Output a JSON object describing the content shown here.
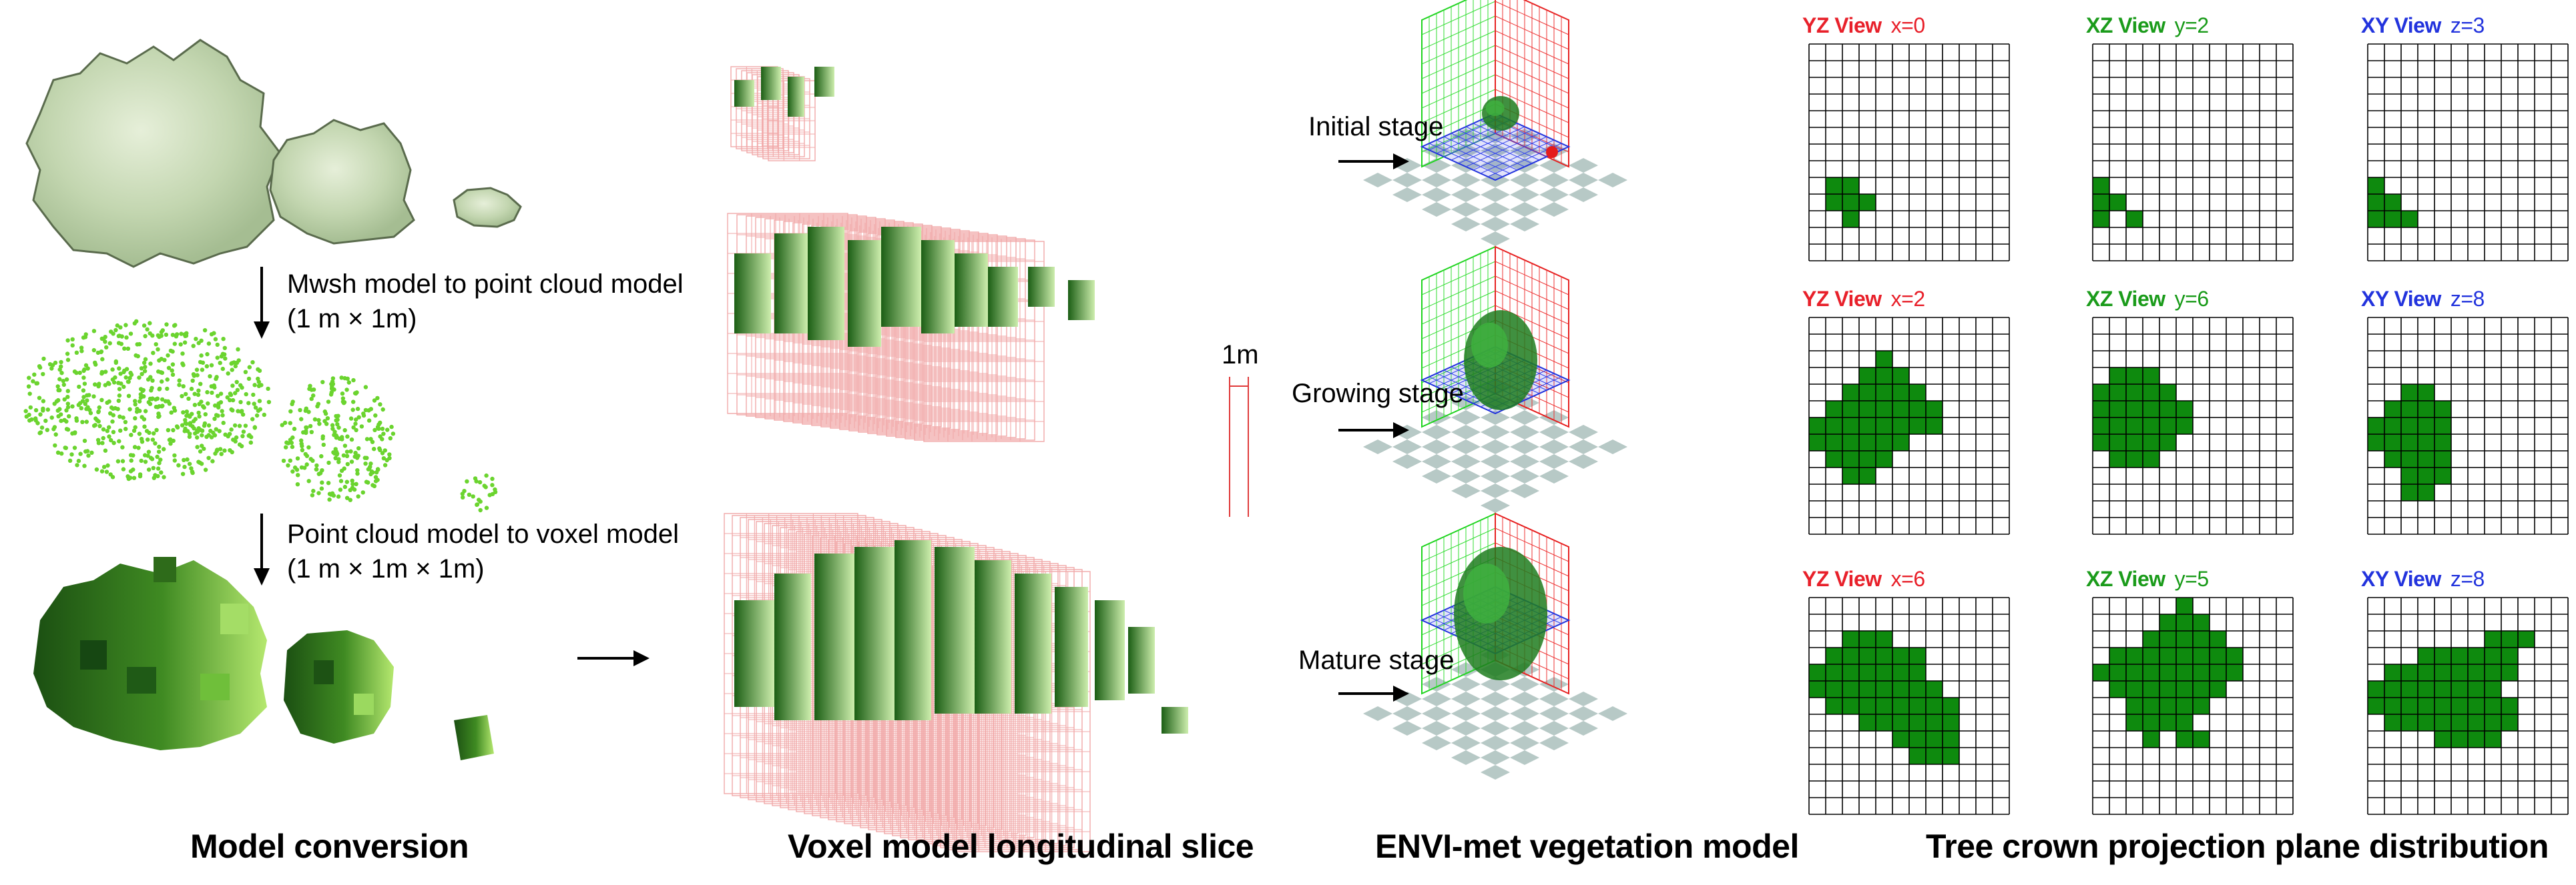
{
  "panels": {
    "conversion": {
      "caption": "Model conversion",
      "step1_line1": "Mwsh model to point cloud model",
      "step1_line2": "(1 m × 1m)",
      "step2_line1": "Point cloud model to voxel model",
      "step2_line2": "(1 m × 1m × 1m)"
    },
    "slice": {
      "caption": "Voxel model longitudinal slice",
      "scale_label": "1m"
    },
    "envimet": {
      "caption": "ENVI-met vegetation model",
      "stages": [
        "Initial stage",
        "Growing stage",
        "Mature stage"
      ]
    },
    "projection": {
      "caption": "Tree crown projection plane distribution"
    }
  },
  "views": [
    [
      {
        "name": "YZ View",
        "coord": "x=0",
        "color": "#e8202a"
      },
      {
        "name": "XZ View",
        "coord": "y=2",
        "color": "#1a9b1a"
      },
      {
        "name": "XY View",
        "coord": "z=3",
        "color": "#2233dd"
      }
    ],
    [
      {
        "name": "YZ View",
        "coord": "x=2",
        "color": "#e8202a"
      },
      {
        "name": "XZ View",
        "coord": "y=6",
        "color": "#1a9b1a"
      },
      {
        "name": "XY View",
        "coord": "z=8",
        "color": "#2233dd"
      }
    ],
    [
      {
        "name": "YZ View",
        "coord": "x=6",
        "color": "#e8202a"
      },
      {
        "name": "XZ View",
        "coord": "y=5",
        "color": "#1a9b1a"
      },
      {
        "name": "XY View",
        "coord": "z=8",
        "color": "#2233dd"
      }
    ]
  ],
  "colors": {
    "crown_fill": "#0e8a0e",
    "grid_line": "#000000",
    "canopy_light": "#c7d9b7",
    "point_green": "#6bd42f",
    "voxel_dark": "#1b5e14",
    "voxel_light": "#a6df5a",
    "slice_line": "#f1a9a9"
  }
}
